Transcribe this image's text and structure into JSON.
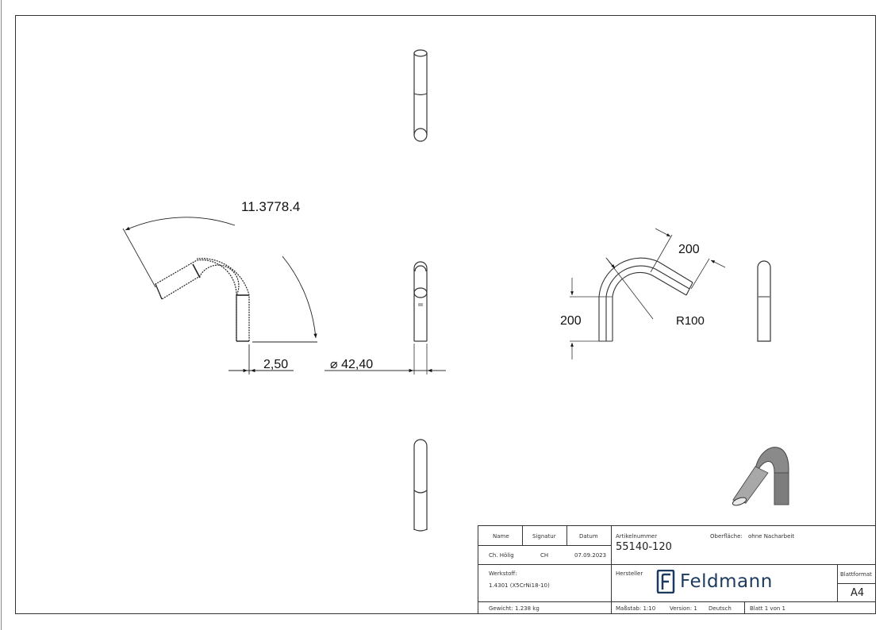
{
  "drawing": {
    "dimensions": {
      "bend_angle_label": "11.3778.4",
      "wall_thickness": "2,50",
      "diameter": "⌀ 42,40",
      "diameter_symbol": "⌀",
      "diameter_value": "42,40",
      "leg_length_diagonal": "200",
      "leg_length_vertical": "200",
      "bend_radius": "R100"
    },
    "views": [
      "section-view-left",
      "top-view",
      "front-view-center",
      "bottom-view",
      "side-view-right",
      "right-view",
      "isometric-view"
    ]
  },
  "title_block": {
    "name_header": "Name",
    "signatur_header": "Signatur",
    "datum_header": "Datum",
    "name_value": "Ch. Hölig",
    "signatur_value": "CH",
    "datum_value": "07.09.2023",
    "artikelnummer_label": "Artikelnummer",
    "artikelnummer_value": "55140-120",
    "oberflaeche_label": "Oberfläche:",
    "oberflaeche_value": "ohne Nacharbeit",
    "werkstoff_label": "Werkstoff:",
    "werkstoff_value": "1.4301 (X5CrNi18-10)",
    "hersteller_label": "Hersteller",
    "logo_text": "Feldmann",
    "blattformat_label": "Blattformat",
    "blattformat_value": "A4",
    "gewicht": "Gewicht: 1.238 kg",
    "massstab": "Maßstab: 1:10",
    "version": "Version: 1",
    "sprache": "Deutsch",
    "blatt": "Blatt 1 von 1"
  },
  "colors": {
    "line": "#333333",
    "brand": "#1c3a5e",
    "iso_fill": "#8a8a8a"
  }
}
